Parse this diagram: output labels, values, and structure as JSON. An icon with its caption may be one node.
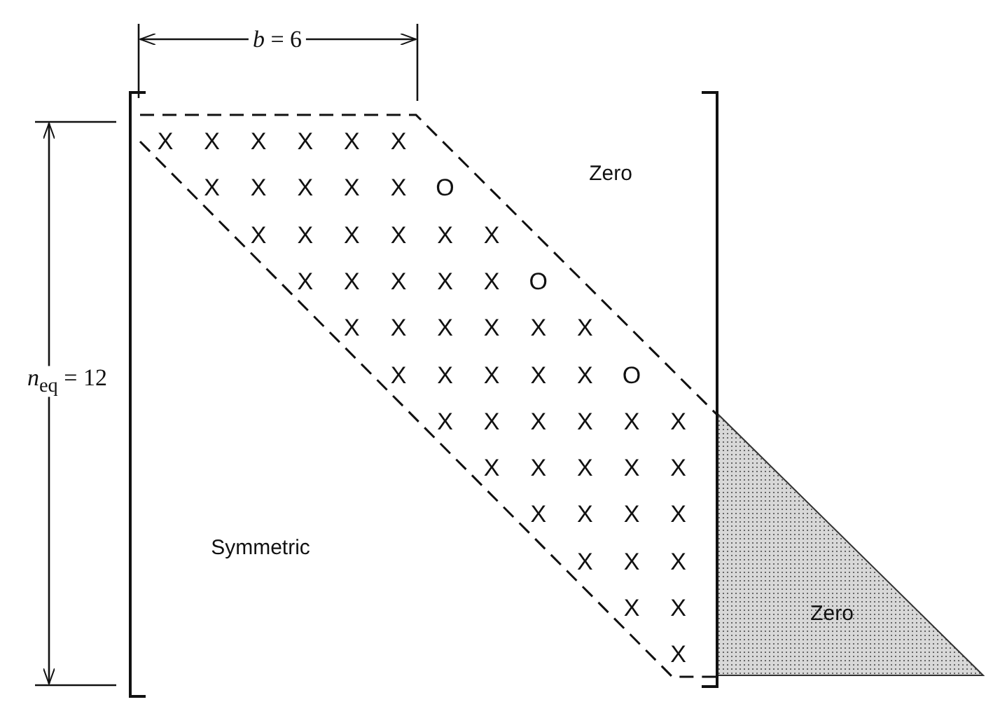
{
  "diagram": {
    "labels": [
      "*b* = 6",
      "*n*$_{eq}$ = 12",
      "Zero",
      "Symmetric",
      "Zero",
      "X",
      "X",
      "X",
      "X",
      "X",
      "X",
      "X",
      "X",
      "X",
      "X",
      "X",
      "O",
      "X",
      "X",
      "X",
      "X",
      "X",
      "X",
      "X",
      "X",
      "X",
      "X",
      "X",
      "O",
      "X",
      "X",
      "X",
      "X",
      "X",
      "X",
      "X",
      "X",
      "X",
      "X",
      "X",
      "O",
      "X",
      "X",
      "X",
      "X",
      "X",
      "X",
      "X",
      "X",
      "X",
      "X",
      "X",
      "X",
      "X",
      "X",
      "X",
      "X",
      "X",
      "X",
      "X",
      "X",
      "X"
    ]
  }
}
